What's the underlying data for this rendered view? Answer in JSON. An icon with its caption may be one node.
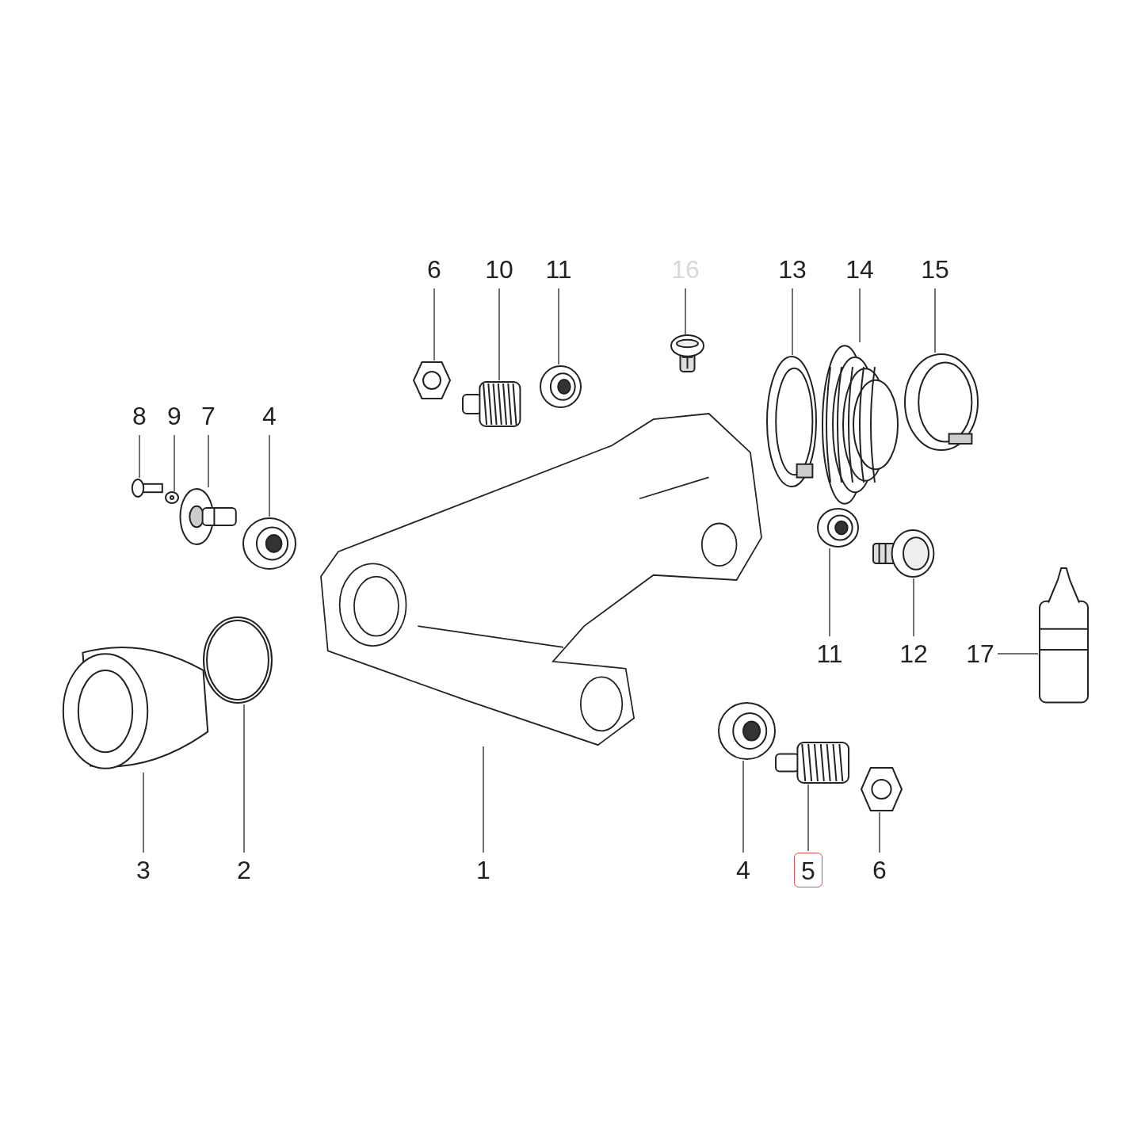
{
  "diagram": {
    "nodes": [
      {
        "text": [
          "6"
        ]
      },
      {
        "text": [
          "10"
        ]
      },
      {
        "text": [
          "11"
        ]
      },
      {
        "text": [
          "16"
        ]
      },
      {
        "text": [
          "13"
        ]
      },
      {
        "text": [
          "14"
        ]
      },
      {
        "text": [
          "15"
        ]
      },
      {
        "text": [
          "8"
        ]
      },
      {
        "text": [
          "9"
        ]
      },
      {
        "text": [
          "7"
        ]
      },
      {
        "text": [
          "4"
        ]
      },
      {
        "text": [
          "11"
        ]
      },
      {
        "text": [
          "12"
        ]
      },
      {
        "text": [
          "17"
        ]
      },
      {
        "text": [
          "3"
        ]
      },
      {
        "text": [
          "2"
        ]
      },
      {
        "text": [
          "1"
        ]
      },
      {
        "text": [
          "4"
        ]
      },
      {
        "text": [
          "5"
        ]
      },
      {
        "text": [
          "6"
        ]
      },
      {
        "text": [],
        "shape": "picture"
      },
      {
        "text": [],
        "shape": "picture"
      },
      {
        "text": [],
        "shape": "picture"
      },
      {
        "text": [],
        "shape": "picture"
      },
      {
        "text": [],
        "shape": "picture"
      },
      {
        "text": [],
        "shape": "picture"
      },
      {
        "text": [],
        "shape": "picture"
      },
      {
        "text": [],
        "shape": "picture"
      },
      {
        "text": [],
        "shape": "picture"
      },
      {
        "text": [],
        "shape": "picture"
      },
      {
        "text": [],
        "shape": "picture"
      },
      {
        "text": [],
        "shape": "picture"
      },
      {
        "text": [],
        "shape": "picture"
      },
      {
        "text": [],
        "shape": "picture"
      },
      {
        "text": [],
        "shape": "picture"
      },
      {
        "text": [],
        "shape": "picture"
      },
      {
        "text": [],
        "shape": "picture"
      },
      {
        "text": [],
        "shape": "picture"
      },
      {
        "text": [],
        "shape": "picture"
      },
      {
        "text": [],
        "shape": "picture"
      }
    ],
    "edges": [
      {
        "from": 0,
        "to": 20,
        "arrow": "none"
      },
      {
        "from": 1,
        "to": 21,
        "arrow": "none"
      },
      {
        "from": 2,
        "to": 22,
        "arrow": "none"
      },
      {
        "from": 3,
        "to": 23,
        "arrow": "none"
      },
      {
        "from": 4,
        "to": 24,
        "arrow": "none"
      },
      {
        "from": 5,
        "to": 25,
        "arrow": "none"
      },
      {
        "from": 6,
        "to": 26,
        "arrow": "none"
      },
      {
        "from": 7,
        "to": 27,
        "arrow": "none"
      },
      {
        "from": 8,
        "to": 28,
        "arrow": "none"
      },
      {
        "from": 9,
        "to": 29,
        "arrow": "none"
      },
      {
        "from": 10,
        "to": 30,
        "arrow": "none"
      },
      {
        "from": 11,
        "to": 31,
        "arrow": "none"
      },
      {
        "from": 12,
        "to": 32,
        "arrow": "none"
      },
      {
        "from": 13,
        "to": 33,
        "arrow": "none"
      },
      {
        "from": 14,
        "to": 34,
        "arrow": "none"
      },
      {
        "from": 15,
        "to": 35,
        "arrow": "none"
      },
      {
        "from": 16,
        "to": 36,
        "arrow": "none"
      },
      {
        "from": 17,
        "to": 37,
        "arrow": "none"
      },
      {
        "from": 18,
        "to": 38,
        "arrow": "none"
      },
      {
        "from": 19,
        "to": 39,
        "arrow": "none"
      }
    ]
  }
}
